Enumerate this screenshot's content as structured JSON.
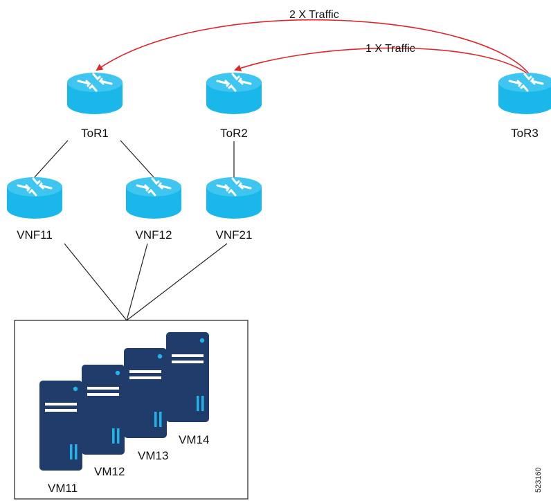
{
  "traffic": {
    "arrow_a": "2 X Traffic",
    "arrow_b": "1 X Traffic",
    "color": "#e0262b"
  },
  "routers": {
    "tor1": "ToR1",
    "tor2": "ToR2",
    "tor3": "ToR3",
    "vnf11": "VNF11",
    "vnf12": "VNF12",
    "vnf21": "VNF21"
  },
  "servers": {
    "vm11": "VM11",
    "vm12": "VM12",
    "vm13": "VM13",
    "vm14": "VM14"
  },
  "figure_id": "523160",
  "colors": {
    "router_body": "#1ab7ea",
    "router_top": "#3fc6f0",
    "server_body": "#1f3c6b",
    "server_accent": "#23b3e8",
    "line": "#222222"
  }
}
